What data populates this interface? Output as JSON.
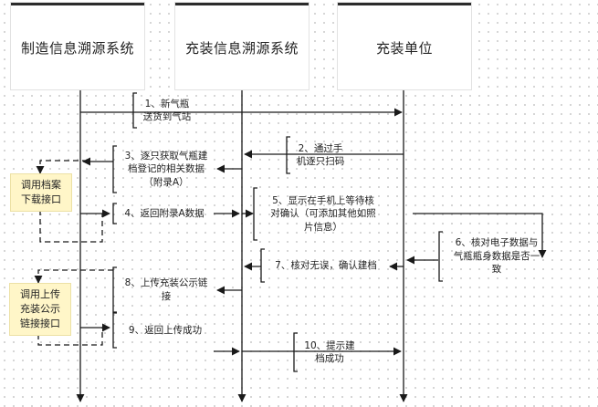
{
  "lanes": {
    "manufacturing": "制造信息溯源系统",
    "filling": "充装信息溯源系统",
    "unit": "充装单位"
  },
  "steps": {
    "s1": [
      "1、新气瓶",
      "送货到气站"
    ],
    "s2": [
      "2、通过手",
      "机逐只扫码"
    ],
    "s3": [
      "3、逐只获取气瓶建",
      "档登记的相关数据",
      "（附录A）"
    ],
    "s4": [
      "4、返回附录A数据"
    ],
    "s5": [
      "5、显示在手机上等待核",
      "对确认（可添加其他如照",
      "片信息）"
    ],
    "s6": [
      "6、核对电子数据与",
      "气瓶瓶身数据是否一",
      "致"
    ],
    "s7": [
      "7、核对无误，确认建档"
    ],
    "s8": [
      "8、上传充装公示链",
      "接"
    ],
    "s9": [
      "9、返回上传成功"
    ],
    "s10": [
      "10、提示建",
      "档成功"
    ]
  },
  "notes": {
    "archive_api": [
      "调用档案",
      "下载接口"
    ],
    "upload_api": [
      "调用上传",
      "充装公示",
      "链接接口"
    ]
  },
  "colors": {
    "line": "#1a1a1a",
    "note_bg": "#fff6c8"
  }
}
